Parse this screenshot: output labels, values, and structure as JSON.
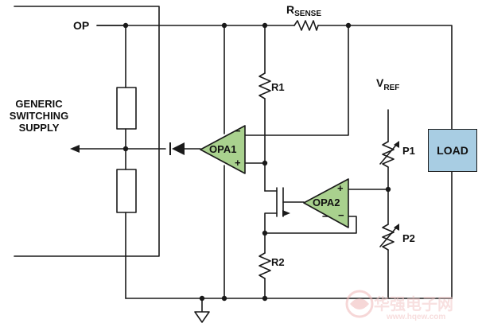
{
  "labels": {
    "op": "OP",
    "rsense_main": "R",
    "rsense_sub": "SENSE",
    "r1": "R1",
    "r2": "R2",
    "vref_main": "V",
    "vref_sub": "REF",
    "p1": "P1",
    "p2": "P2",
    "opa1": "OPA1",
    "opa2": "OPA2",
    "load": "LOAD",
    "supply_line1": "GENERIC",
    "supply_line2": "SWITCHING",
    "supply_line3": "SUPPLY",
    "opa1_minus": "−",
    "opa1_plus": "+",
    "opa2_plus": "+",
    "opa2_minus": "−"
  },
  "watermark": {
    "chinese": "华强电子网",
    "url": "www.hqew.com"
  },
  "colors": {
    "line": "#1a1a1a",
    "opamp_fill": "#a9d18e",
    "load_fill": "#a8cde3",
    "watermark": "#f3c8c8"
  }
}
